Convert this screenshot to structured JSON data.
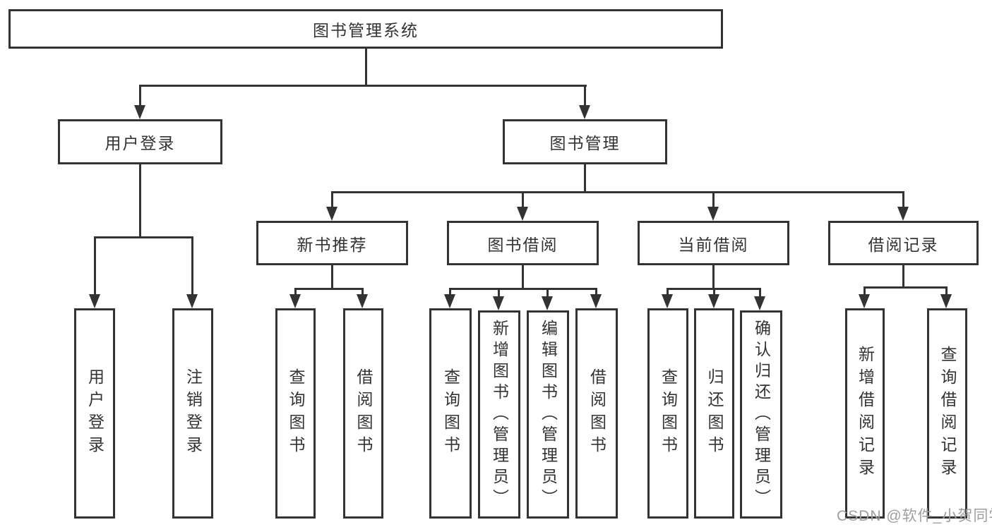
{
  "diagram": {
    "type": "tree",
    "title": "图书管理系统",
    "watermark": "CSDN @软件_小贺同学",
    "colors": {
      "line": "#333333",
      "text": "#333333",
      "box_background": "#ffffff",
      "page_background": "#ffffff",
      "watermark": "#9e9e9e"
    },
    "nodes": {
      "root": "图书管理系统",
      "l2_user_login": "用户登录",
      "l2_book_mgmt": "图书管理",
      "l3_new_book": "新书推荐",
      "l3_borrow": "图书借阅",
      "l3_current": "当前借阅",
      "l3_records": "借阅记录",
      "leaf_user_login": "用户登录",
      "leaf_logout": "注销登录",
      "leaf_nb_query": "查询图书",
      "leaf_nb_borrow": "借阅图书",
      "leaf_bb_query": "查询图书",
      "leaf_bb_add": "新增图书（管理员）",
      "leaf_bb_edit": "编辑图书（管理员）",
      "leaf_bb_borrow": "借阅图书",
      "leaf_cb_query": "查询图书",
      "leaf_cb_return": "归还图书",
      "leaf_cb_confirm": "确认归还（管理员）",
      "leaf_br_add": "新增借阅记录",
      "leaf_br_query": "查询借阅记录"
    },
    "hierarchy": {
      "图书管理系统": [
        "用户登录",
        "图书管理"
      ],
      "用户登录": [
        "用户登录",
        "注销登录"
      ],
      "图书管理": [
        "新书推荐",
        "图书借阅",
        "当前借阅",
        "借阅记录"
      ],
      "新书推荐": [
        "查询图书",
        "借阅图书"
      ],
      "图书借阅": [
        "查询图书",
        "新增图书（管理员）",
        "编辑图书（管理员）",
        "借阅图书"
      ],
      "当前借阅": [
        "查询图书",
        "归还图书",
        "确认归还（管理员）"
      ],
      "借阅记录": [
        "新增借阅记录",
        "查询借阅记录"
      ]
    }
  }
}
